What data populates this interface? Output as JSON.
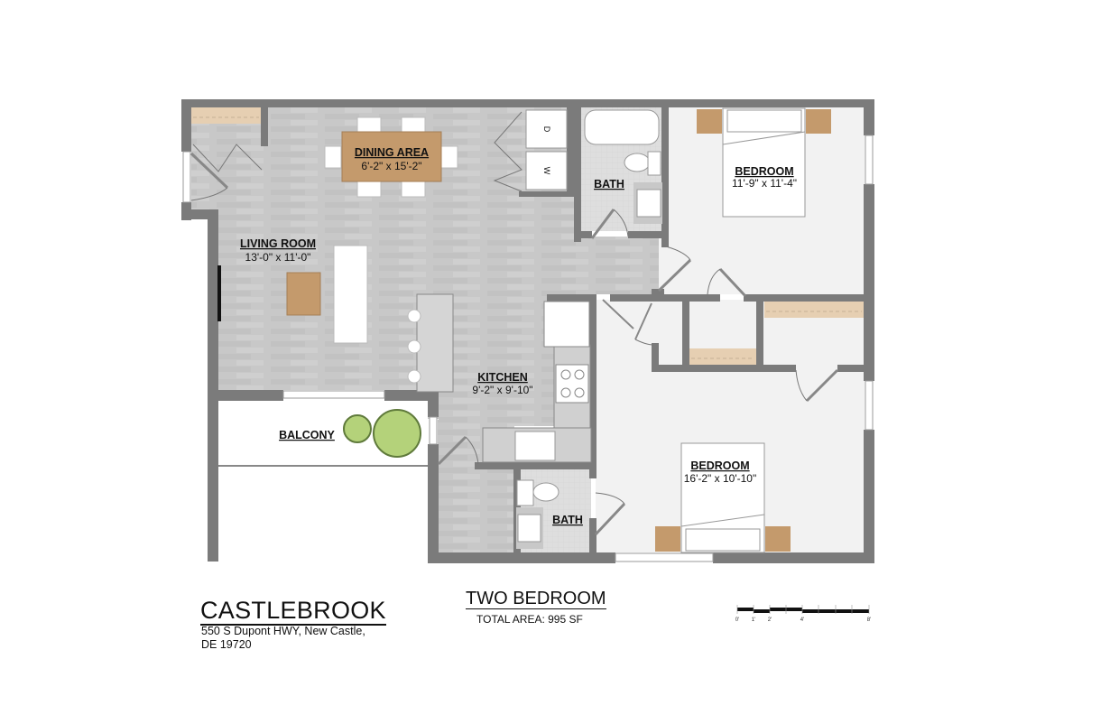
{
  "plan": {
    "building": "CASTLEBROOK",
    "address_line1": "550 S Dupont HWY, New Castle,",
    "address_line2": "DE 19720",
    "unit_type": "TWO BEDROOM",
    "total_area": "TOTAL AREA: 995 SF"
  },
  "rooms": {
    "dining": {
      "name": "DINING AREA",
      "dims": "6'-2\" x 15'-2\""
    },
    "living": {
      "name": "LIVING ROOM",
      "dims": "13'-0\" x 11'-0\""
    },
    "bath1": {
      "name": "BATH"
    },
    "bedroom1": {
      "name": "BEDROOM",
      "dims": "11'-9\" x 11'-4\""
    },
    "kitchen": {
      "name": "KITCHEN",
      "dims": "9'-2\" x 9'-10\""
    },
    "balcony": {
      "name": "BALCONY"
    },
    "bath2": {
      "name": "BATH"
    },
    "bedroom2": {
      "name": "BEDROOM",
      "dims": "16'-2\" x 10'-10\""
    }
  },
  "appliances": {
    "dryer": "D",
    "washer": "W"
  },
  "scale_bar": {
    "ticks": [
      "0'",
      "1'",
      "2'",
      "4'",
      "8'"
    ]
  },
  "colors": {
    "wall": "#7b7b7b",
    "floor_wood": "#c9c9c9",
    "floor_tile": "#dcdcdc",
    "bedroom_floor": "#f2f2f2",
    "table_wood": "#c49a6c",
    "shelf": "#e6cfb2",
    "plant": "#b4d27a"
  }
}
